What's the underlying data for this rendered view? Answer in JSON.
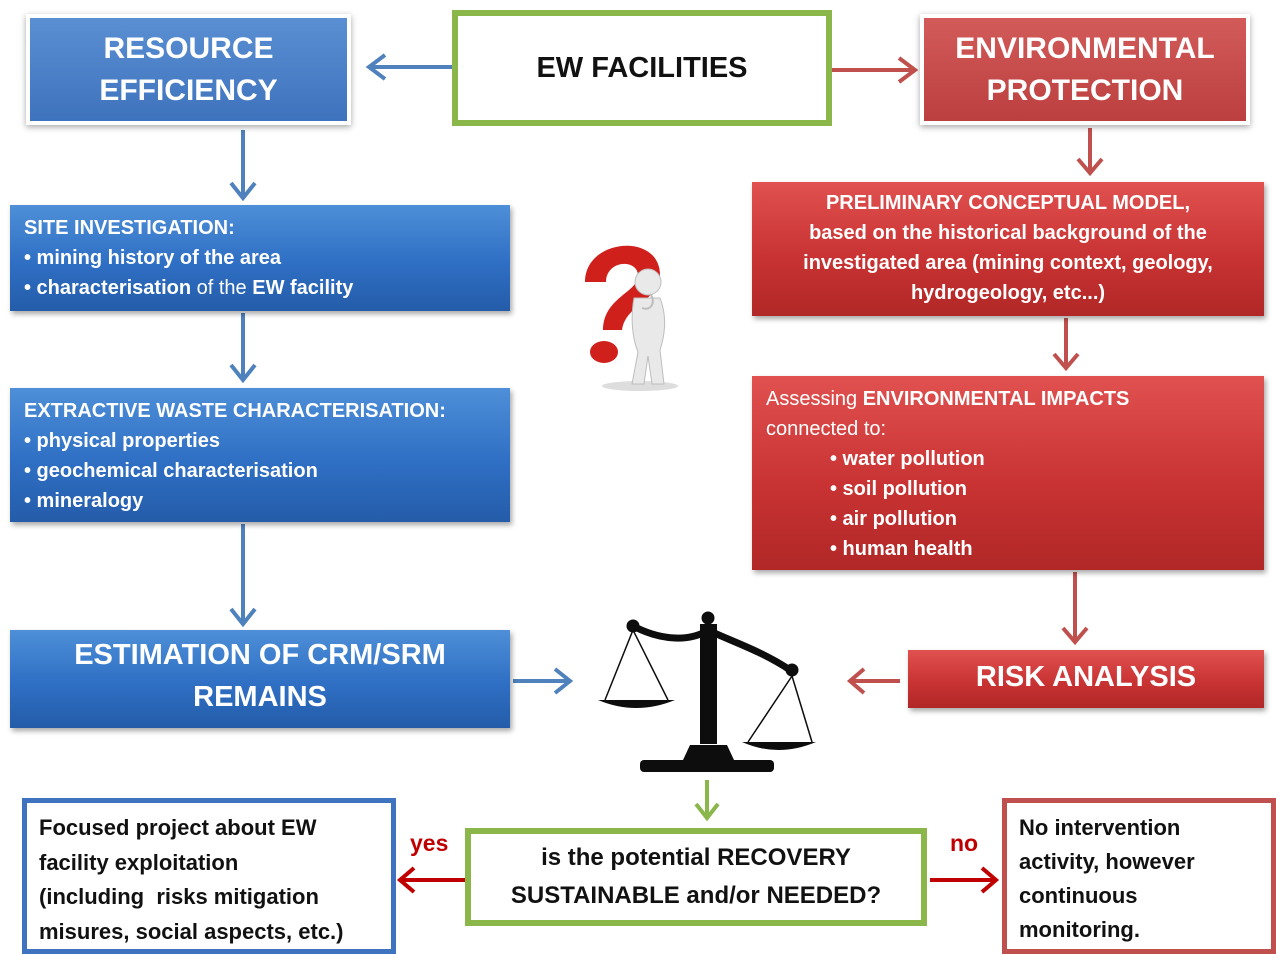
{
  "header": {
    "resource_efficiency": [
      "RESOURCE",
      "EFFICIENCY"
    ],
    "ew_facilities": "EW FACILITIES",
    "environmental_protection": [
      "ENVIRONMENTAL",
      "PROTECTION"
    ]
  },
  "left_column": {
    "site_investigation": {
      "title": "SITE INVESTIGATION:",
      "item1": "• mining history of the area",
      "item2_bold1": "• characterisation",
      "item2_normal": " of the ",
      "item2_bold2": "EW facility"
    },
    "waste_characterisation": {
      "title": "EXTRACTIVE WASTE CHARACTERISATION:",
      "items": [
        "• physical properties",
        "• geochemical characterisation",
        "• mineralogy"
      ]
    },
    "estimation": [
      "ESTIMATION OF CRM/SRM",
      "REMAINS"
    ]
  },
  "right_column": {
    "conceptual_model": [
      "PRELIMINARY CONCEPTUAL MODEL,",
      "based on the historical background of the",
      "investigated area (mining context, geology,",
      "hydrogeology, etc...)"
    ],
    "impacts": {
      "intro_normal": "Assessing ",
      "intro_bold": "ENVIRONMENTAL IMPACTS",
      "intro_line2": "connected to:",
      "items": [
        "• water pollution",
        "• soil pollution",
        "• air pollution",
        "• human health"
      ]
    },
    "risk_analysis": "RISK ANALYSIS"
  },
  "bottom": {
    "yes_label": "yes",
    "no_label": "no",
    "question": [
      "is the potential RECOVERY",
      "SUSTAINABLE and/or NEEDED?"
    ],
    "yes_outcome": [
      "Focused project about EW",
      "facility exploitation",
      "(including  risks mitigation",
      "misures, social aspects, etc.)"
    ],
    "no_outcome": [
      "No intervention",
      "activity, however",
      "continuous",
      "monitoring."
    ]
  },
  "icons": {
    "question_figure": "question-mark-person-icon",
    "scale": "balance-scale-icon"
  },
  "colors": {
    "blue": "#2f6fc4",
    "red": "#c93333",
    "green": "#8ab64a",
    "blue_arrow": "#4f81bd",
    "red_arrow": "#c0504d",
    "yes_no": "#c00000"
  }
}
